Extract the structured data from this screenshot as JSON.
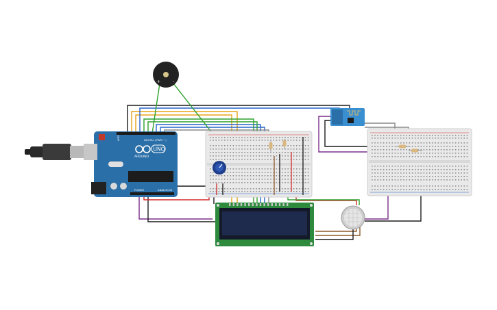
{
  "arduino": {
    "brand": "ARDUINO",
    "model": "UNO",
    "digital_label": "DIGITAL (PWM ~)",
    "power_label": "POWER",
    "analog_label": "ANALOG IN",
    "aref_label": "AREF"
  },
  "buzzer": {
    "plus": "+",
    "minus": "-"
  },
  "colors": {
    "arduino_board": "#2b6fa8",
    "breadboard": "#e9e9e9",
    "lcd_pcb": "#2e8b3e",
    "lcd_screen": "#1f2b4d",
    "esp_module": "#3a8fd0",
    "wire_red": "#d42b2b",
    "wire_black": "#1a1a1a",
    "wire_green": "#2ca02c",
    "wire_orange": "#e8a317",
    "wire_purple": "#7b2d8b",
    "wire_blue": "#2563c9",
    "wire_brown": "#8b5a2b",
    "wire_gray": "#888888"
  }
}
